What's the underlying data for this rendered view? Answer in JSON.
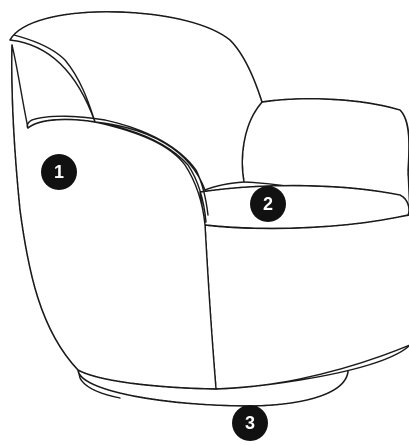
{
  "diagram": {
    "markers": [
      {
        "label": "1"
      },
      {
        "label": "2"
      },
      {
        "label": "3"
      }
    ]
  },
  "colors": {
    "line": "#1a1a1a",
    "marker_fill": "#111111",
    "marker_text": "#ffffff",
    "background": "#ffffff"
  }
}
